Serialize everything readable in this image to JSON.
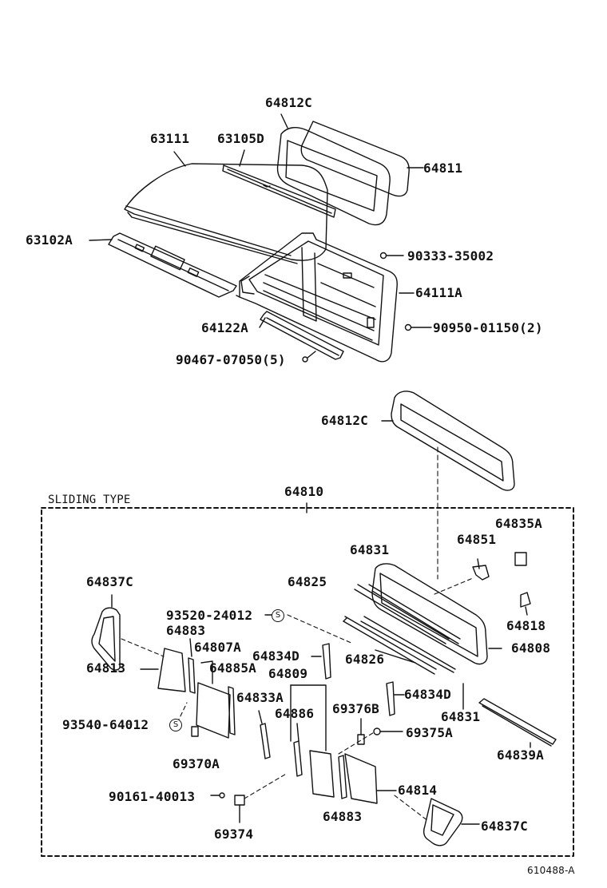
{
  "title": "SLIDING TYPE",
  "figure_code": "610488-A",
  "s_mark": "S",
  "labels": {
    "l_64812c_top": "64812C",
    "l_63111": "63111",
    "l_63105d": "63105D",
    "l_64811": "64811",
    "l_63102a": "63102A",
    "l_90333": "90333-35002",
    "l_64111a": "64111A",
    "l_64122a": "64122A",
    "l_90950": "90950-01150(2)",
    "l_90467": "90467-07050(5)",
    "l_64812c_mid": "64812C",
    "l_64810": "64810",
    "l_64835a": "64835A",
    "l_64851": "64851",
    "l_64831_top": "64831",
    "l_64837c_top": "64837C",
    "l_64825": "64825",
    "l_64818": "64818",
    "l_93520": "93520-24012",
    "l_64883_top": "64883",
    "l_64807a": "64807A",
    "l_64808": "64808",
    "l_64813": "64813",
    "l_64834d_left": "64834D",
    "l_64826": "64826",
    "l_64885a": "64885A",
    "l_64809": "64809",
    "l_64834d_right": "64834D",
    "l_64833a": "64833A",
    "l_69376b": "69376B",
    "l_64831_bot": "64831",
    "l_93540": "93540-64012",
    "l_64886": "64886",
    "l_69375a": "69375A",
    "l_64839a": "64839A",
    "l_69370a": "69370A",
    "l_64814": "64814",
    "l_90161": "90161-40013",
    "l_64883_bot": "64883",
    "l_64837c_bot": "64837C",
    "l_69374": "69374"
  }
}
